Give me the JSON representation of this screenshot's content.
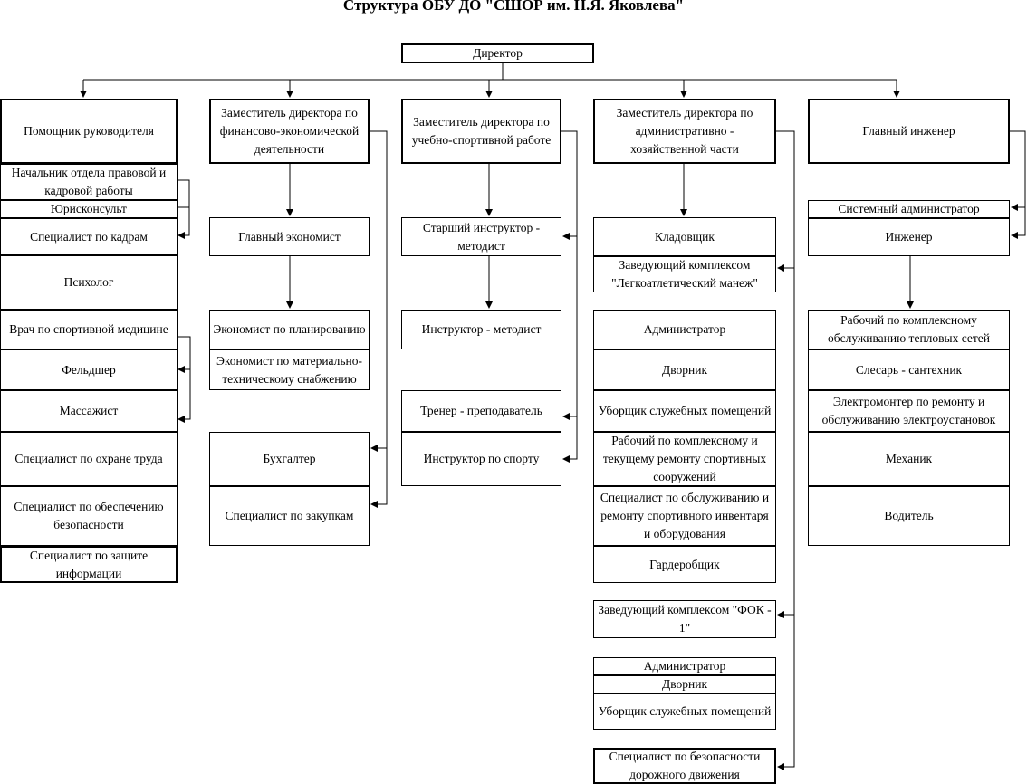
{
  "title": "Структура ОБУ ДО \"СШОР им. Н.Я. Яковлева\"",
  "director": "Директор",
  "columns": {
    "c1": {
      "head": "Помощник руководителя",
      "items": [
        "Начальник отдела правовой и кадровой работы",
        "Юрисконсульт",
        "Специалист по кадрам",
        "Психолог",
        "Врач по спортивной медицине",
        "Фельдшер",
        "Массажист",
        "Специалист по охране труда",
        "Специалист по обеспечению безопасности",
        "Специалист по защите информации"
      ]
    },
    "c2": {
      "head": "Заместитель директора по финансово-экономической деятельности",
      "items": [
        "Главный экономист",
        "Экономист по планированию",
        "Экономист по материально-техническому снабжению",
        "Бухгалтер",
        "Специалист по закупкам"
      ]
    },
    "c3": {
      "head": "Заместитель директора по учебно-спортивной работе",
      "items": [
        "Старший инструктор - методист",
        "Инструктор - методист",
        "Тренер - преподаватель",
        "Инструктор по спорту"
      ]
    },
    "c4": {
      "head": "Заместитель директора по административно - хозяйственной части",
      "items": [
        "Кладовщик",
        "Заведующий комплексом \"Легкоатлетический манеж\"",
        "Администратор",
        "Дворник",
        "Уборщик служебных помещений",
        "Рабочий по комплексному и текущему ремонту спортивных сооружений",
        "Специалист по обслуживанию и ремонту спортивного инвентаря и оборудования",
        "Гардеробщик",
        "Заведующий комплексом \"ФОК - 1\"",
        "Администратор",
        "Дворник",
        "Уборщик служебных помещений",
        "Специалист по безопасности дорожного движения"
      ]
    },
    "c5": {
      "head": "Главный инженер",
      "items": [
        "Системный администратор",
        "Инженер",
        "Рабочий по комплексному обслуживанию тепловых сетей",
        "Слесарь - сантехник",
        "Электромонтер по ремонту и обслуживанию электроустановок",
        "Механик",
        "Водитель"
      ]
    }
  }
}
